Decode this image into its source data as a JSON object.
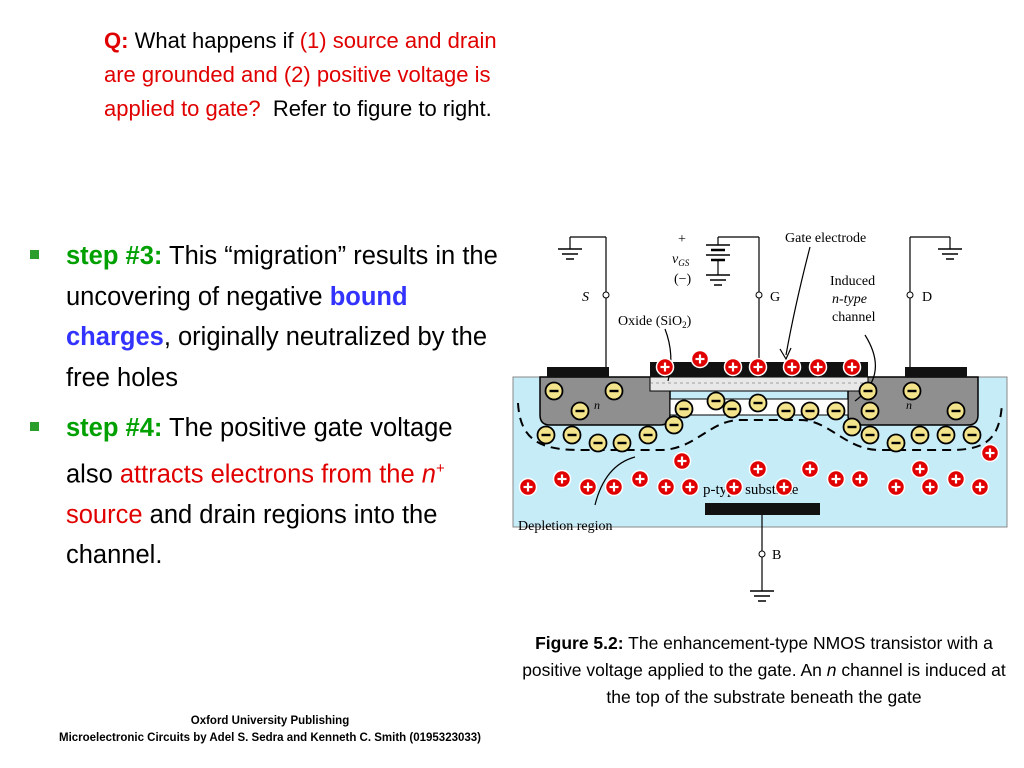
{
  "question": {
    "label": "Q:",
    "intro": "What happens if",
    "highlight": "(1) source and drain are grounded and (2) positive voltage is applied to gate?",
    "outro": "Refer to figure to right."
  },
  "bullets": [
    {
      "step": "step #3:",
      "text_a": "This “migration” results in the uncovering of negative",
      "highlight": "bound charges",
      "text_b": ", originally neutralized by the free holes"
    },
    {
      "step": "step #4:",
      "text_a": "The positive gate voltage also",
      "highlight_a": "attracts electrons from the",
      "highlight_n": "n",
      "highlight_sup": "+",
      "highlight_b": "source",
      "text_b": "and drain regions into the channel."
    }
  ],
  "figure": {
    "labels": {
      "gate_electrode": "Gate electrode",
      "plus": "+",
      "vgs": "v",
      "vgs_sub": "GS",
      "minus": "(−)",
      "induced_1": "Induced",
      "induced_2": "n-type",
      "induced_3": "channel",
      "s": "S",
      "g": "G",
      "d": "D",
      "oxide": "Oxide (SiO",
      "oxide_sub": "2",
      "oxide_end": ")",
      "n_left": "n",
      "n_right": "n",
      "substrate": "p-type substrate",
      "depletion": "Depletion region",
      "b": "B"
    },
    "colors": {
      "substrate": "#c6ecf8",
      "plus_charge": "#e00000",
      "minus_charge_fill": "#f3e38a"
    }
  },
  "caption": {
    "label": "Figure 5.2:",
    "text_a": "The enhancement-type NMOS transistor with a positive voltage applied to the gate. An",
    "italic": "n",
    "text_b": "channel is induced at the top of the substrate beneath the gate"
  },
  "footer": {
    "line1": "Oxford University Publishing",
    "line2": "Microelectronic Circuits by Adel S. Sedra and Kenneth C. Smith (0195323033)"
  }
}
